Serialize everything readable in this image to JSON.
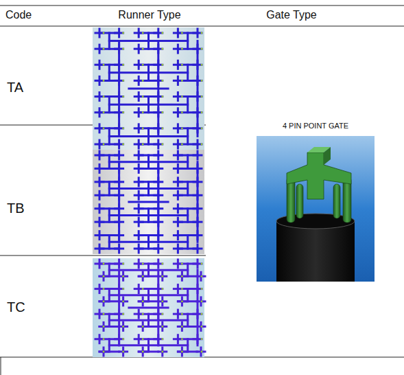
{
  "diagram": {
    "labels": [
      "Code",
      "Runner Type",
      "Gate Type",
      "TA",
      "4 PIN POINT GATE",
      "TB",
      "TC"
    ]
  }
}
